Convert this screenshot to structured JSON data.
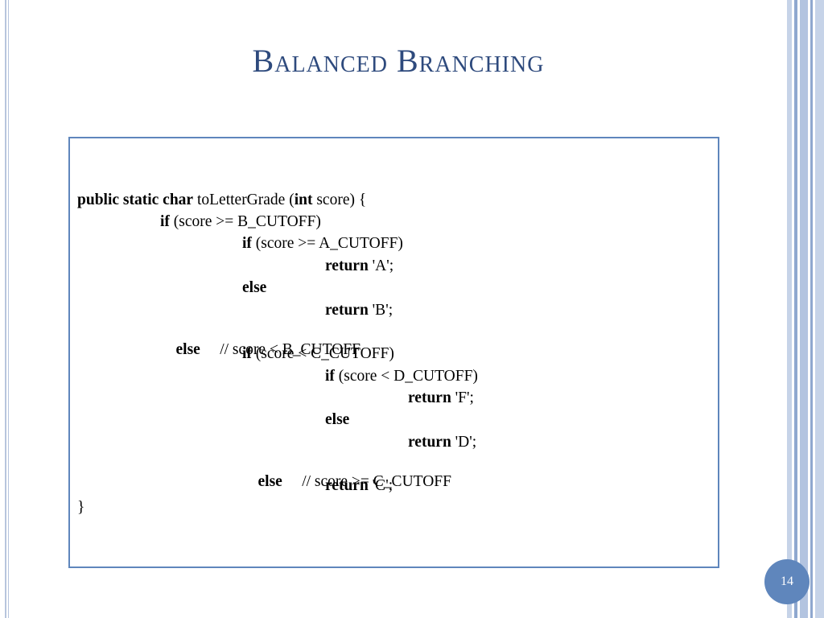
{
  "slide": {
    "title": "Balanced Branching",
    "page_number": "14",
    "colors": {
      "title": "#2e4a7d",
      "box_border": "#5f86bc",
      "badge": "#5f86bc",
      "stripes": [
        "#c6d3e8",
        "#8fa8cf",
        "#b3c4e0"
      ]
    }
  },
  "code": {
    "lines": [
      {
        "kw": "public static char",
        "rest": " toLetterGrade (",
        "kw2": "int",
        "rest2": " score) {"
      },
      {
        "kw": "if",
        "rest": " (score >= B_CUTOFF)"
      },
      {
        "kw": "if",
        "rest": " (score >= A_CUTOFF)"
      },
      {
        "kw": "return",
        "rest": " 'A';"
      },
      {
        "kw": "else",
        "rest": ""
      },
      {
        "kw": "return",
        "rest": " 'B';"
      },
      {
        "kw": "else",
        "rest": "     // score < B_CUTOFF"
      },
      {
        "kw": "if",
        "rest": " (score < C_CUTOFF)"
      },
      {
        "kw": "if",
        "rest": " (score < D_CUTOFF)"
      },
      {
        "kw": "return",
        "rest": " 'F';"
      },
      {
        "kw": "else",
        "rest": ""
      },
      {
        "kw": "return",
        "rest": " 'D';"
      },
      {
        "kw": "else",
        "rest": "     // score >= C_CUTOFF"
      },
      {
        "kw": "return",
        "rest": " 'C';"
      },
      {
        "kw": "",
        "rest": "}"
      }
    ]
  }
}
